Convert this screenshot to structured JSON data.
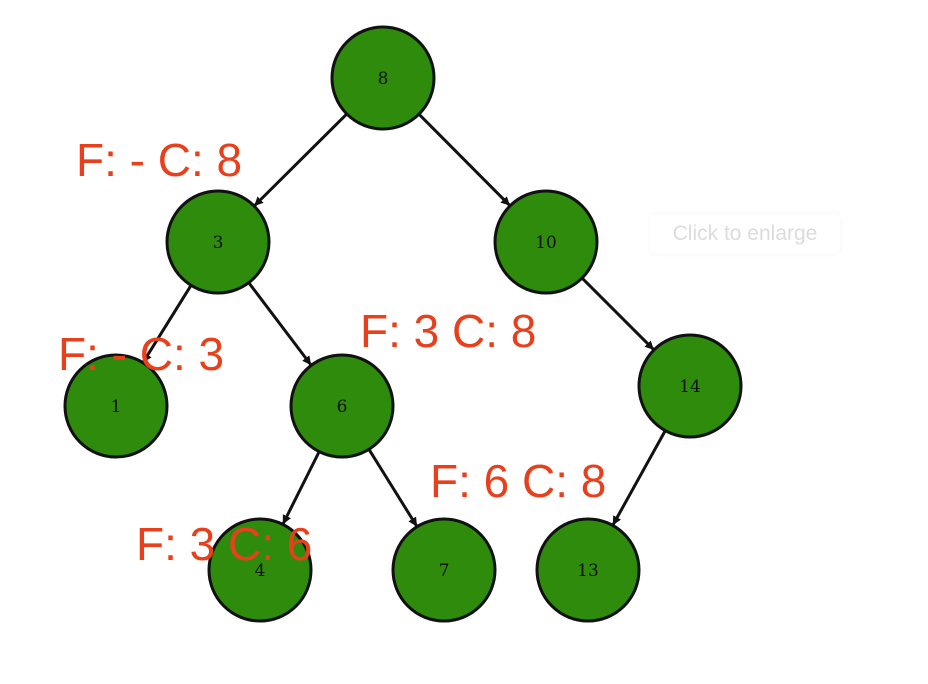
{
  "colors": {
    "node_fill": "#2e8b0c",
    "node_stroke": "#111111",
    "edge": "#111111",
    "annotation": "#e8401c"
  },
  "nodes": [
    {
      "id": "n8",
      "label": "8"
    },
    {
      "id": "n3",
      "label": "3"
    },
    {
      "id": "n10",
      "label": "10"
    },
    {
      "id": "n1",
      "label": "1"
    },
    {
      "id": "n6",
      "label": "6"
    },
    {
      "id": "n14",
      "label": "14"
    },
    {
      "id": "n4",
      "label": "4"
    },
    {
      "id": "n7",
      "label": "7"
    },
    {
      "id": "n13",
      "label": "13"
    }
  ],
  "edges": [
    {
      "from": "n8",
      "to": "n3"
    },
    {
      "from": "n8",
      "to": "n10"
    },
    {
      "from": "n3",
      "to": "n1"
    },
    {
      "from": "n3",
      "to": "n6"
    },
    {
      "from": "n10",
      "to": "n14"
    },
    {
      "from": "n6",
      "to": "n4"
    },
    {
      "from": "n6",
      "to": "n7"
    },
    {
      "from": "n14",
      "to": "n13"
    }
  ],
  "annotations": [
    {
      "id": "ann-3",
      "text": "F: - C: 8"
    },
    {
      "id": "ann-1",
      "text": "F: - C: 3"
    },
    {
      "id": "ann-6",
      "text": "F: 3 C: 8"
    },
    {
      "id": "ann-13",
      "text": "F: 6 C: 8"
    },
    {
      "id": "ann-4",
      "text": "F: 3 C: 6"
    }
  ],
  "enlarge_button": {
    "label": "Click to enlarge"
  }
}
